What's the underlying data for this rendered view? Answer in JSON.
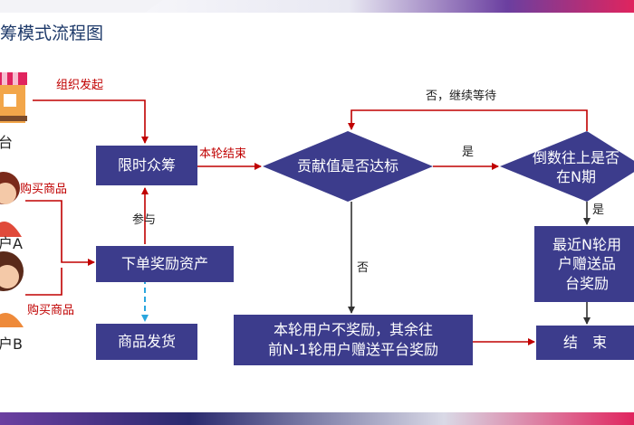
{
  "title": "筹模式流程图",
  "actors": {
    "platform": "台",
    "user_a": "户A",
    "user_b": "户B"
  },
  "nodes": {
    "crowdfunding": "限时众筹",
    "order_reward": "下单奖励资产",
    "ship_goods": "商品发货",
    "contribution_check": "贡献值是否达标",
    "countdown_check": "倒数往上是否在N期",
    "recent_reward": "最近N轮用户赠送品台奖励",
    "no_reward": "本轮用户不奖励，其余往前N-1轮用户赠送平台奖励",
    "end": "结　束"
  },
  "node_lines": {
    "countdown_check": [
      "倒数往上是否",
      "在N期"
    ],
    "recent_reward": [
      "最近N轮用",
      "户赠送品",
      "台奖励"
    ],
    "no_reward": [
      "本轮用户不奖励，其余往",
      "前N-1轮用户赠送平台奖励"
    ]
  },
  "edges": {
    "organize": "组织发起",
    "buy_a": "购买商品",
    "buy_b": "购买商品",
    "participate": "参与",
    "round_end": "本轮结束",
    "yes_1": "是",
    "yes_2": "是",
    "no": "否",
    "no_wait": "否，继续等待"
  },
  "colors": {
    "node_fill": "#3c3c8c",
    "arrow_red": "#c00000",
    "arrow_dark": "#333333",
    "arrow_blue_dashed": "#2aa6de",
    "title": "#1e3a6a",
    "accent_pink": "#e0245e",
    "accent_purple": "#6b3fa0"
  }
}
